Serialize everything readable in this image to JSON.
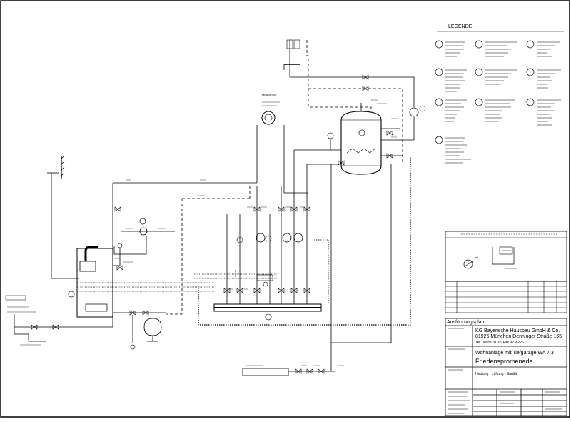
{
  "legend": {
    "title": "LEGENDE"
  },
  "title_block": {
    "heading": "Ausführungsplan",
    "company_line1": "KG Bayerische Hausbau GmbH & Co.",
    "company_line2": "81925 München  Denninger Straße 165",
    "company_line3": "Tel. 089/9231-01    Fax 9238226",
    "project_line1": "Wohnanlage mit Tiefgarage     WA 7.3",
    "project_name": "Friedenspromenade",
    "subject": "Heizung  -  Lüftung  -  Sanitär"
  }
}
